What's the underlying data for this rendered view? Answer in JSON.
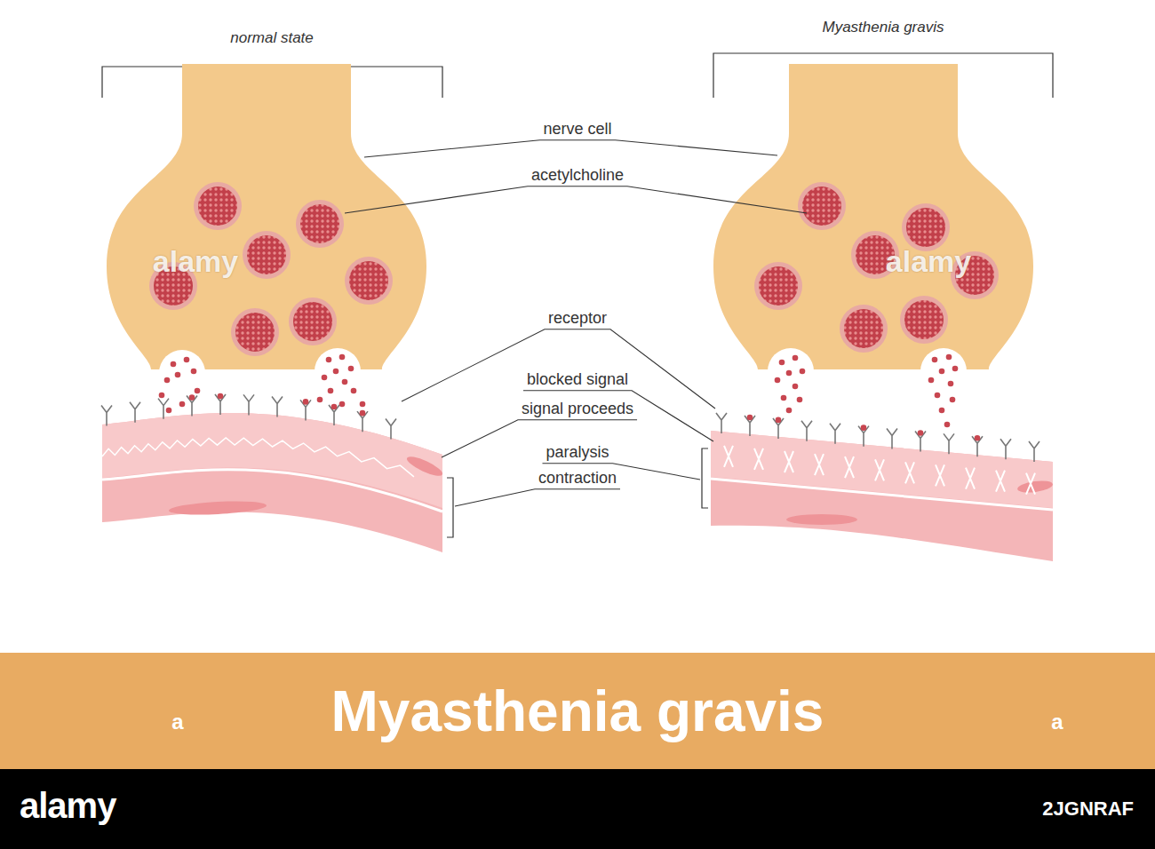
{
  "diagram": {
    "nodes": [
      {
        "text": [
          "Myasthenia gravis"
        ]
      },
      {
        "text": [
          "alamy",
          "2JGNRAF"
        ]
      }
    ],
    "labels": [
      "normal state",
      "Myasthenia gravis",
      "nerve cell",
      "acetylcholine",
      "receptor",
      "blocked signal",
      "signal proceeds",
      "paralysis",
      "contraction",
      "alamy",
      "alamy",
      "a",
      "a"
    ]
  }
}
